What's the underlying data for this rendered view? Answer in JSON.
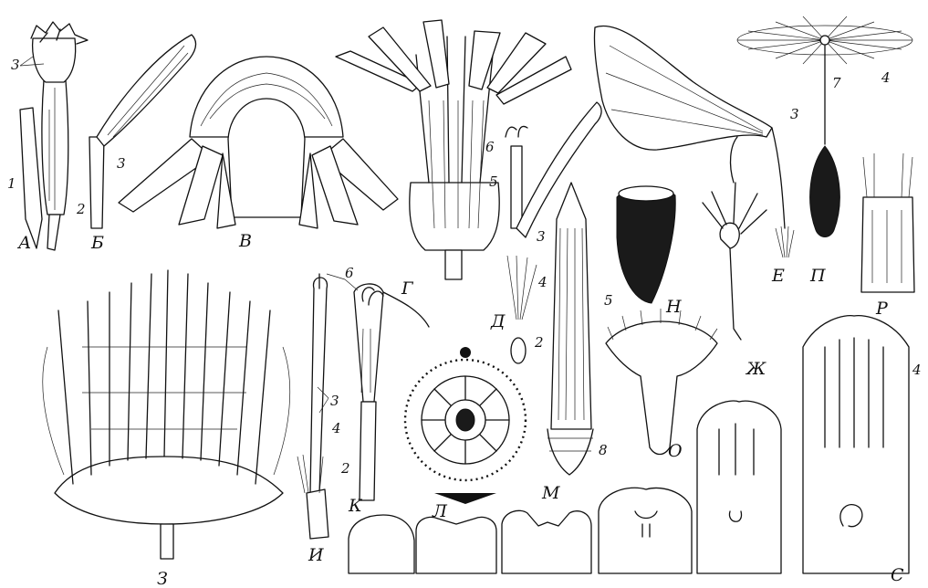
{
  "figure": {
    "panel_labels": {
      "A": "А",
      "B": "Б",
      "V": "В",
      "G": "Г",
      "D": "Д",
      "E": "Е",
      "Zh": "Ж",
      "Z": "З",
      "I": "И",
      "K": "К",
      "L": "Л",
      "M": "М",
      "N": "Н",
      "O": "О",
      "P": "П",
      "R": "Р",
      "S": "С"
    },
    "part_numbers": {
      "n1": "1",
      "n2": "2",
      "n3": "3",
      "n4": "4",
      "n5": "5",
      "n6": "6",
      "n7": "7",
      "n8": "8"
    }
  }
}
